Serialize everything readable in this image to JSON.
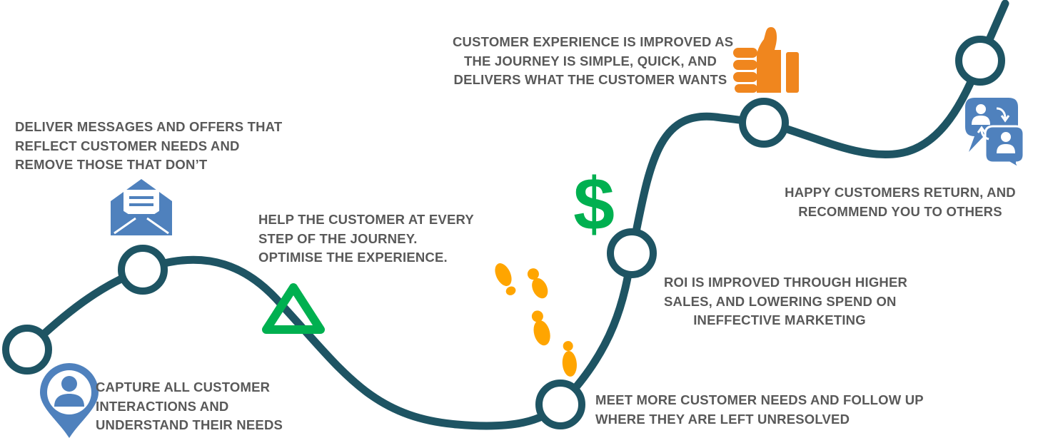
{
  "colors": {
    "path": "#1e5463",
    "caption_text": "#595959",
    "pin_blue": "#4f81bd",
    "envelope_blue": "#4f81bd",
    "triangle_green": "#00b050",
    "dollar_green": "#00b050",
    "footprint_orange": "#ffa500",
    "thumb_orange": "#f0861e",
    "chat_blue": "#4f81bd"
  },
  "steps": [
    {
      "name": "capture",
      "icon": "user-location-pin-icon",
      "lines": [
        "CAPTURE ALL CUSTOMER",
        "INTERACTIONS AND",
        "UNDERSTAND THEIR NEEDS"
      ]
    },
    {
      "name": "deliver",
      "icon": "envelope-icon",
      "lines": [
        "DELIVER MESSAGES AND OFFERS THAT",
        "REFLECT CUSTOMER NEEDS AND",
        "REMOVE THOSE THAT DON’T"
      ]
    },
    {
      "name": "help",
      "icon": "triangle-icon",
      "lines": [
        "HELP THE CUSTOMER AT EVERY",
        "STEP OF THE JOURNEY.",
        "OPTIMISE THE EXPERIENCE."
      ]
    },
    {
      "name": "meet",
      "icon": "footprints-icon",
      "lines": [
        "MEET MORE CUSTOMER NEEDS AND FOLLOW UP",
        "WHERE THEY ARE LEFT UNRESOLVED"
      ]
    },
    {
      "name": "roi",
      "icon": "dollar-sign-icon",
      "lines": [
        "ROI IS IMPROVED THROUGH HIGHER",
        "SALES, AND LOWERING SPEND ON",
        "INEFFECTIVE MARKETING"
      ]
    },
    {
      "name": "experience",
      "icon": "thumbs-up-icon",
      "lines": [
        "CUSTOMER EXPERIENCE IS IMPROVED AS",
        "THE JOURNEY IS SIMPLE, QUICK, AND",
        "DELIVERS WHAT THE CUSTOMER WANTS"
      ]
    },
    {
      "name": "return",
      "icon": "chat-users-icon",
      "lines": [
        "HAPPY CUSTOMERS RETURN, AND",
        "RECOMMEND YOU TO OTHERS"
      ]
    }
  ]
}
